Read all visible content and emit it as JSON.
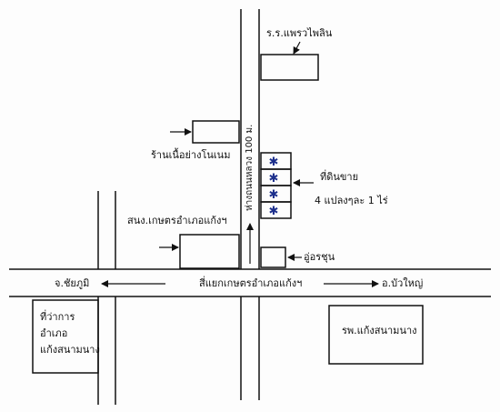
{
  "roads": {
    "main_road_label": "สี่แยกเกษตรอำเภอแก้งฯ",
    "west_direction": "จ.ชัยภูมิ",
    "east_direction": "อ.บัวใหญ่",
    "side_road_distance": "ห่างถนนหลวง 100 ม."
  },
  "landmarks": {
    "school": "ร.ร.แพรวไพลิน",
    "restaurant": "ร้านเนื้อย่างโนเนม",
    "agri_office": "สนง.เกษตรอำเภอแก้งฯ",
    "garage": "อู่อรชุน",
    "district_office": [
      "ที่ว่าการ",
      "อำเภอ",
      "แก้งสนามนาง"
    ],
    "hospital": "รพ.แก้งสนามนาง"
  },
  "land_for_sale": {
    "title": "ที่ดินขาย",
    "detail": "4 แปลงๆละ 1 ไร่",
    "plot_count": 4
  },
  "colors": {
    "ink": "#111111",
    "star": "#1c2f8c",
    "paper": "#fdfdfd"
  },
  "icons": {
    "plot_marker": "star-icon"
  }
}
